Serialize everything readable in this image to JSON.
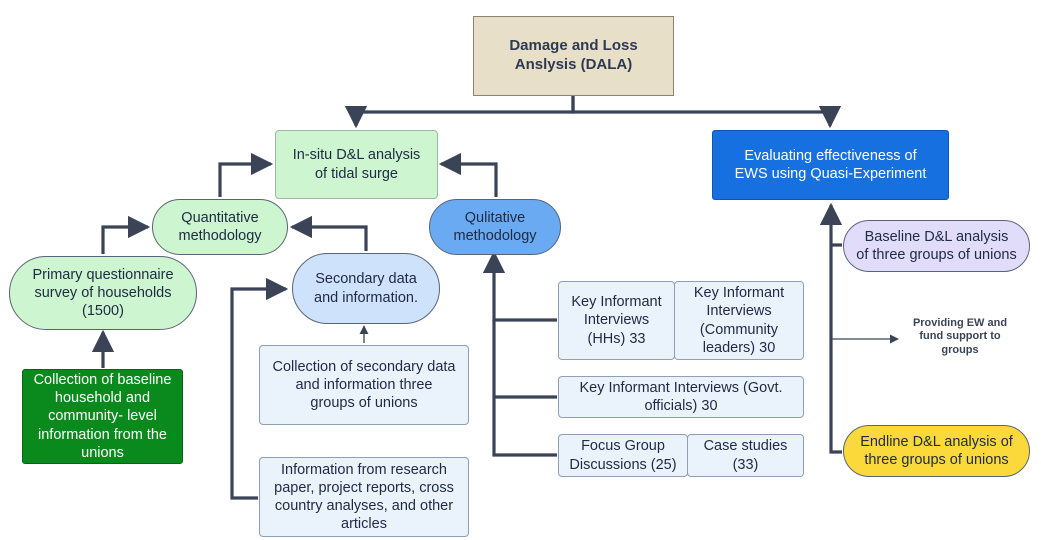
{
  "nodes": {
    "dala": "Damage and Loss\nAnslysis (DALA)",
    "insitu": "In-situ D&L analysis\nof tidal surge",
    "ews": "Evaluating effectiveness of\nEWS using Quasi-Experiment",
    "quant": "Quantitative\nmethodology",
    "qual": "Qulitative\nmethodology",
    "primary": "Primary questionnaire\nsurvey of households\n(1500)",
    "collection_baseline": "Collection of baseline\nhousehold and\ncommunity- level\ninformation from the\nunions",
    "secondary": "Secondary data\nand information.",
    "collection_secondary": "Collection of secondary data\nand information three\ngroups of unions",
    "research": "Information from research\npaper, project reports, cross\ncountry analyses, and other\narticles",
    "kii_hh": "Key Informant\nInterviews\n(HHs) 33",
    "kii_comm": "Key Informant\nInterviews\n(Community\nleaders) 30",
    "kii_govt": "Key Informant Interviews (Govt.\nofficials) 30",
    "fgd": "Focus Group\nDiscussions (25)",
    "case": "Case studies\n(33)",
    "baseline": "Baseline D&L analysis\nof three groups of unions",
    "providing": "Providing EW and\nfund support to\ngroups",
    "endline": "Endline D&L analysis of\nthree groups of unions"
  },
  "colors": {
    "dala_fill": "#e8dfc9",
    "green_fill": "#cdf5cf",
    "dark_green": "#0a8a1c",
    "blue_pill": "#6aaaf2",
    "light_blue": "#cfe2fb",
    "ews_blue": "#1670e0",
    "lavender": "#e0dcfa",
    "yellow": "#fbd93a",
    "edge": "#3b4356"
  }
}
